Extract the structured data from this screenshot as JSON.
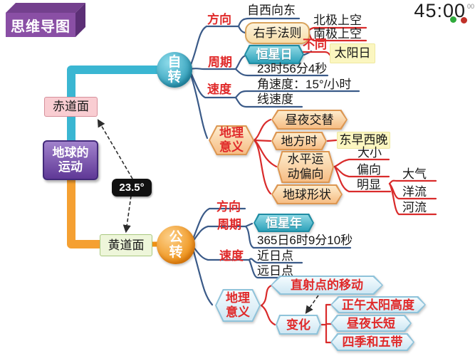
{
  "header": {
    "title": "思维导图",
    "timer": {
      "time": "45:00",
      "sup": "00"
    }
  },
  "root": {
    "label": "地球的运动"
  },
  "axes": {
    "equatorial_plane": "赤道面",
    "ecliptic_plane": "黄道面",
    "tilt": "23.5°"
  },
  "rotation": {
    "node": "自转",
    "direction": {
      "label": "方向",
      "west_to_east": "自西向东",
      "right_hand_rule": "右手法则",
      "north_pole": "北极上空",
      "south_pole": "南极上空"
    },
    "period": {
      "label": "周期",
      "sidereal_day": "恒星日",
      "duration": "23时56分4秒",
      "different": "不同",
      "solar_day": "太阳日"
    },
    "speed": {
      "label": "速度",
      "angular": "角速度：15°/小时",
      "linear": "线速度"
    },
    "significance": {
      "label": "地理意义",
      "day_night": "昼夜交替",
      "local_time": "地方时",
      "east_west": "东早西晚",
      "deflection": "水平运动偏向",
      "size": "大小",
      "deflect": "偏向",
      "obvious": "明显",
      "atmosphere": "大气",
      "ocean": "洋流",
      "river": "河流",
      "shape": "地球形状"
    }
  },
  "revolution": {
    "node": "公转",
    "direction": {
      "label": "方向"
    },
    "period": {
      "label": "周期",
      "sidereal_year": "恒星年",
      "duration": "365日6时9分10秒"
    },
    "speed": {
      "label": "速度",
      "perihelion": "近日点",
      "aphelion": "远日点"
    },
    "significance": {
      "label": "地理意义",
      "subsolar": "直射点的移动",
      "change": "变化",
      "noon_altitude": "正午太阳高度",
      "daynight_length": "昼夜长短",
      "seasons": "四季和五带"
    }
  },
  "colors": {
    "title_purple": "#8a4fa5",
    "rotation_teal": "#2fa3bb",
    "revolution_orange": "#ee8f12",
    "branch_red": "#e02a2a",
    "line_blue": "#3a5a88",
    "root_purple": "#5f3896",
    "equator_pink": "#f9cdd2",
    "ecliptic_green": "#eef6da",
    "highlight_yellow": "#fbf6c0",
    "node_orange": "#f6bd85",
    "node_blue": "#cfe7f3",
    "timer_play_green": "#2faa3c",
    "timer_stop_red": "#c03028"
  }
}
